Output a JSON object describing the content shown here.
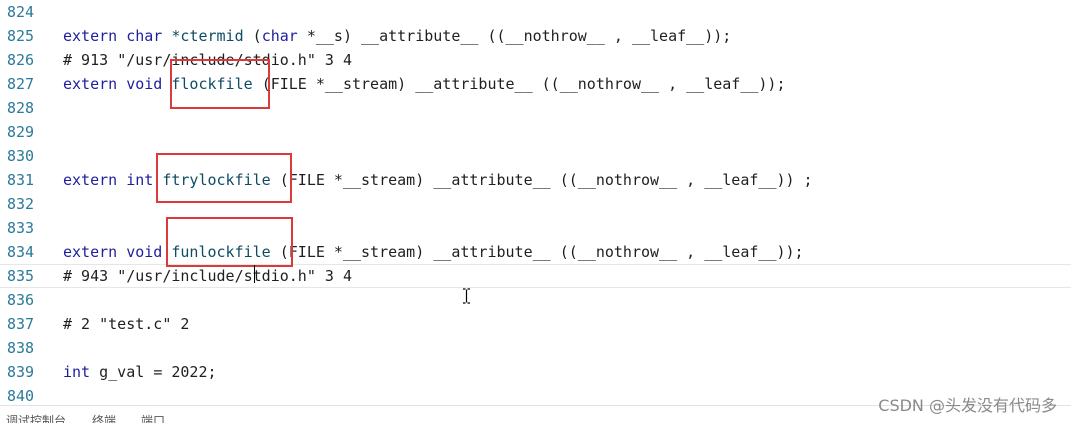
{
  "editor": {
    "lines": [
      {
        "num": "824",
        "tokens": []
      },
      {
        "num": "825",
        "tokens": [
          {
            "t": "extern ",
            "c": "kw"
          },
          {
            "t": "char ",
            "c": "kw"
          },
          {
            "t": "*ctermid ",
            "c": "fn"
          },
          {
            "t": "(",
            "c": "plain"
          },
          {
            "t": "char ",
            "c": "kw"
          },
          {
            "t": "*__s) ",
            "c": "plain"
          },
          {
            "t": "__attribute__ ",
            "c": "plain"
          },
          {
            "t": "((__nothrow__ , __leaf__));",
            "c": "plain"
          }
        ]
      },
      {
        "num": "826",
        "tokens": [
          {
            "t": "# 913 ",
            "c": "plain"
          },
          {
            "t": "\"/usr/include/stdio.h\"",
            "c": "plain"
          },
          {
            "t": " 3 4",
            "c": "plain"
          }
        ]
      },
      {
        "num": "827",
        "tokens": [
          {
            "t": "extern ",
            "c": "kw"
          },
          {
            "t": "void ",
            "c": "kw"
          },
          {
            "t": "flockfile ",
            "c": "fn"
          },
          {
            "t": "(FILE *__stream) ",
            "c": "plain"
          },
          {
            "t": "__attribute__ ",
            "c": "plain"
          },
          {
            "t": "((__nothrow__ , __leaf__));",
            "c": "plain"
          }
        ]
      },
      {
        "num": "828",
        "tokens": []
      },
      {
        "num": "829",
        "tokens": []
      },
      {
        "num": "830",
        "tokens": []
      },
      {
        "num": "831",
        "tokens": [
          {
            "t": "extern ",
            "c": "kw"
          },
          {
            "t": "int ",
            "c": "kw"
          },
          {
            "t": "ftrylockfile ",
            "c": "fn"
          },
          {
            "t": "(FILE *__stream) ",
            "c": "plain"
          },
          {
            "t": "__attribute__ ",
            "c": "plain"
          },
          {
            "t": "((__nothrow__ , __leaf__)) ;",
            "c": "plain"
          }
        ]
      },
      {
        "num": "832",
        "tokens": []
      },
      {
        "num": "833",
        "tokens": []
      },
      {
        "num": "834",
        "tokens": [
          {
            "t": "extern ",
            "c": "kw"
          },
          {
            "t": "void ",
            "c": "kw"
          },
          {
            "t": "funlockfile ",
            "c": "fn"
          },
          {
            "t": "(FILE *__stream) ",
            "c": "plain"
          },
          {
            "t": "__attribute__ ",
            "c": "plain"
          },
          {
            "t": "((__nothrow__ , __leaf__));",
            "c": "plain"
          }
        ]
      },
      {
        "num": "835",
        "tokens": [
          {
            "t": "# 943 ",
            "c": "plain"
          },
          {
            "t": "\"/usr/include/stdio.h\"",
            "c": "plain"
          },
          {
            "t": " 3 4",
            "c": "plain"
          }
        ]
      },
      {
        "num": "836",
        "tokens": []
      },
      {
        "num": "837",
        "tokens": [
          {
            "t": "# 2 ",
            "c": "plain"
          },
          {
            "t": "\"test.c\"",
            "c": "plain"
          },
          {
            "t": " 2",
            "c": "plain"
          }
        ]
      },
      {
        "num": "838",
        "tokens": []
      },
      {
        "num": "839",
        "tokens": [
          {
            "t": "int ",
            "c": "kw"
          },
          {
            "t": "g_val ",
            "c": "plain"
          },
          {
            "t": "= ",
            "c": "plain"
          },
          {
            "t": "2022",
            "c": "plain"
          },
          {
            "t": ";",
            "c": "plain"
          }
        ]
      },
      {
        "num": "840",
        "tokens": []
      }
    ],
    "current_line": "835",
    "highlighted_functions": [
      "flockfile",
      "ftrylockfile",
      "funlockfile"
    ]
  },
  "bottom_panel": {
    "tabs": [
      "调试控制台",
      "终端",
      "端口"
    ]
  },
  "watermark": "CSDN @头发没有代码多",
  "colors": {
    "keyword": "#1e1e9e",
    "line_number": "#2b7a9b",
    "highlight_box": "#d93a3a"
  }
}
